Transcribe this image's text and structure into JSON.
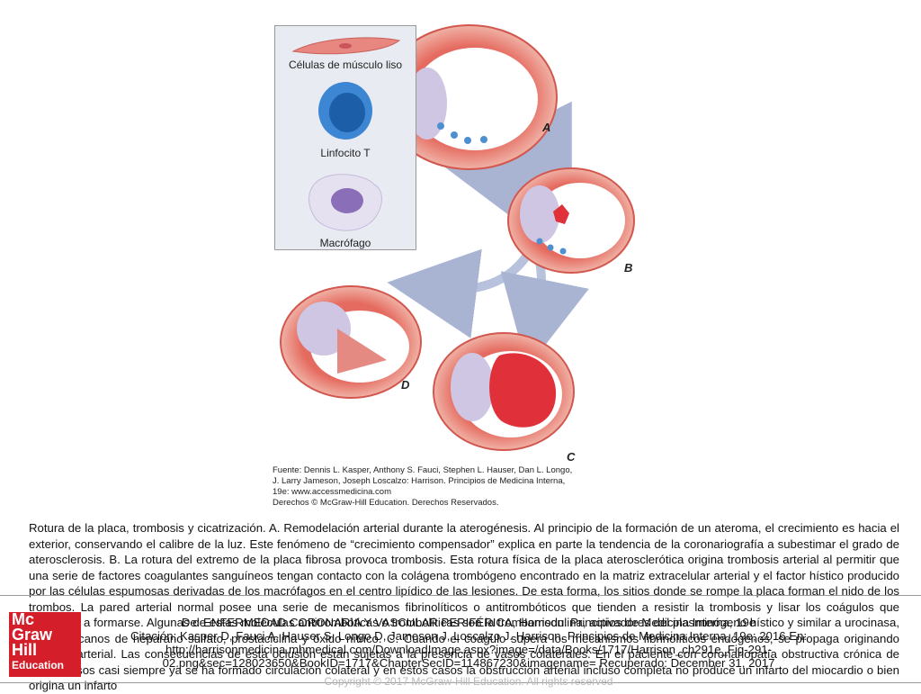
{
  "figure": {
    "legend": {
      "smooth_muscle": "Células de músculo liso",
      "lymphocyte": "Linfocito T",
      "macrophage": "Macrófago"
    },
    "panels": [
      "A",
      "B",
      "C",
      "D"
    ],
    "source_lines": [
      "Fuente: Dennis L. Kasper, Anthony S. Fauci, Stephen L. Hauser, Dan L. Longo,",
      "J. Larry Jameson, Joseph Loscalzo: Harrison. Principios de Medicina Interna,",
      "19e: www.accessmedicina.com",
      "Derechos © McGraw-Hill Education. Derechos Reservados."
    ]
  },
  "caption": "Rotura de la placa, trombosis y cicatrización. A. Remodelación arterial durante la aterogénesis. Al principio de la formación de un ateroma, el crecimiento es hacia el exterior, conservando el calibre de la luz. Este fenómeno de “crecimiento compensador” explica en parte la tendencia de la coronariografía a subestimar el grado de aterosclerosis. B. La rotura del extremo de la placa fibrosa provoca trombosis. Esta rotura física de la placa aterosclerótica origina trombosis arterial al permitir que una serie de factores coagulantes sanguíneos tengan contacto con la colágena trombógeno encontrado en la matriz extracelular arterial y el factor hístico producido por las células espumosas derivadas de los macrófagos en el centro lipídico de las lesiones. De esta forma, los sitios donde se rompe la placa forman el nido de los trombos. La pared arterial normal posee una serie de mecanismos fibrinolíticos o antitrombóticos que tienden a resistir la trombosis y lisar los coágulos que empiezan a formarse. Algunas de estas moléculas antitrombóticas o trombolíticas son la trombomodulina, activadores del plasminógeno hístico y similar a urocinasa, proteoglucanos de heparano sulfato, prostaciclina y óxido nítrico. C. Cuando el coágulo supera los mecanismos fibrinolíticos endógenos, se propaga originando oclusión arterial. Las consecuencias de esta oclusión están sujetas a la presencia de vasos colaterales. En el paciente con coronariopatía obstructiva crónica de varios vasos casi siempre ya se ha formado circulación colateral y en estos casos la obstrucción arterial incluso completa no produce un infarto del miocardio o bien origina un infarto",
  "citation": {
    "line1": "De: ENFERMEDAD CORONARIA Y VASCULAR PERIFÉRICA, Harrison. Principios de Medicina Interna, 19e",
    "line2": "Citación: Kasper D, Fauci A, Hauser S, Longo D, Jameson J, Loscalzo J. Harrison. Principios de Medicina Interna, 19e; 2016 En:",
    "line3": "http://harrisonmedicina.mhmedical.com/DownloadImage.aspx?image=/data/Books/1717/Harrison_ch291e_Fig-291-",
    "line4": "02.png&sec=128023650&BookID=1717&ChapterSecID=114867230&imagename= Recuperado: December 31, 2017"
  },
  "copyright": "Copyright © 2017 McGraw-Hill Education. All rights reserved",
  "logo": {
    "line1": "Mc",
    "line2": "Graw",
    "line3": "Hill",
    "line4": "Education"
  },
  "colors": {
    "logo_red": "#d41f2b",
    "wall_pink": "#e8867c",
    "clot_red": "#e0303a",
    "arrow_blue": "#b8c2dc"
  }
}
